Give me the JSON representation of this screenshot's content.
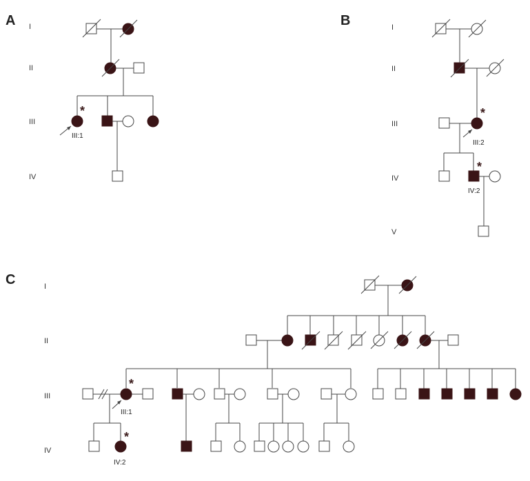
{
  "panels": {
    "A": {
      "letter": "A",
      "generations": [
        "I",
        "II",
        "III",
        "IV"
      ],
      "labels": {
        "proband": "III:1"
      },
      "proband_marker": "*"
    },
    "B": {
      "letter": "B",
      "generations": [
        "I",
        "II",
        "III",
        "IV",
        "V"
      ],
      "labels": {
        "proband": "III:2",
        "child": "IV:2"
      },
      "proband_marker": "*"
    },
    "C": {
      "letter": "C",
      "generations": [
        "I",
        "II",
        "III",
        "IV"
      ],
      "labels": {
        "proband": "III:1",
        "child": "IV:2"
      },
      "proband_marker": "*"
    }
  },
  "legend_semantics": {
    "square": "male",
    "circle": "female",
    "filled": "affected",
    "slash": "deceased",
    "double-slash": "separated",
    "arrow": "proband",
    "asterisk": "tested"
  },
  "colors": {
    "affected": "#3a1416",
    "line": "#444444",
    "open": "#ffffff"
  }
}
